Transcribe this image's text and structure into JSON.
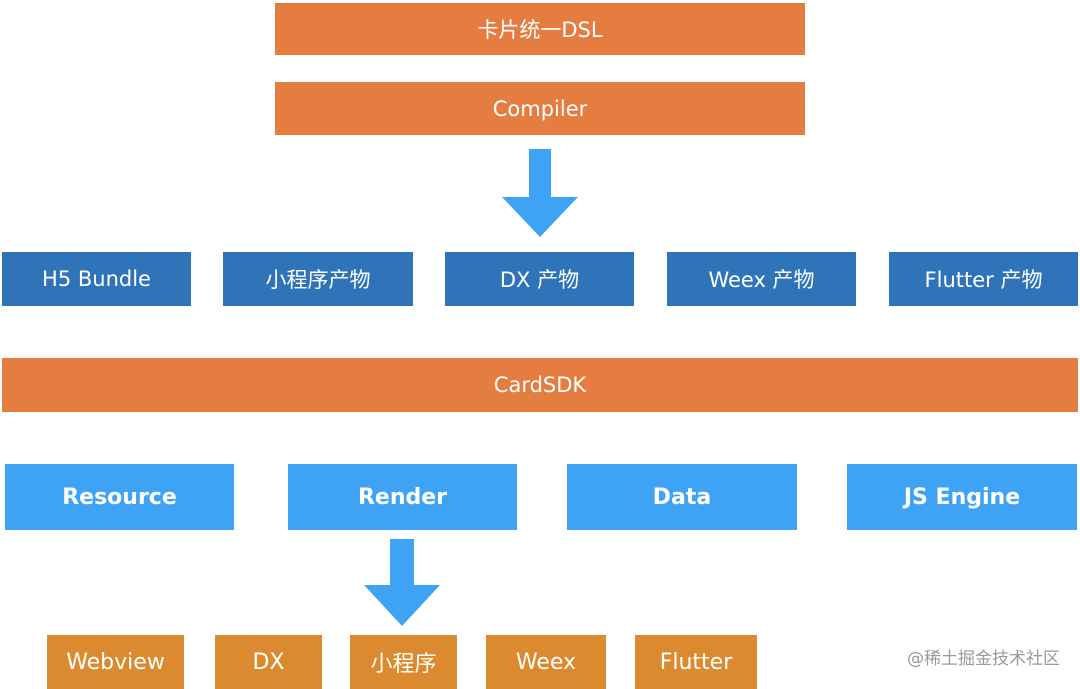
{
  "layers": {
    "dsl_label": "卡片统一DSL",
    "compiler_label": "Compiler",
    "sdk_label": "CardSDK"
  },
  "artifacts": [
    {
      "label": "H5 Bundle"
    },
    {
      "label": "小程序产物"
    },
    {
      "label": "DX 产物"
    },
    {
      "label": "Weex 产物"
    },
    {
      "label": "Flutter 产物"
    }
  ],
  "sdk_modules": [
    {
      "label": "Resource"
    },
    {
      "label": "Render"
    },
    {
      "label": "Data"
    },
    {
      "label": "JS Engine"
    }
  ],
  "render_targets": [
    {
      "label": "Webview"
    },
    {
      "label": "DX"
    },
    {
      "label": "小程序"
    },
    {
      "label": "Weex"
    },
    {
      "label": "Flutter"
    }
  ],
  "watermark": "@稀土掘金技术社区",
  "colors": {
    "orange": "#E57C40",
    "dark_blue": "#2F74B9",
    "light_blue": "#3EA3F4",
    "bottom_orange": "#DB8A2F",
    "arrow": "#3EA3F4"
  },
  "icons": [
    "down-arrow-icon",
    "down-arrow-icon"
  ]
}
